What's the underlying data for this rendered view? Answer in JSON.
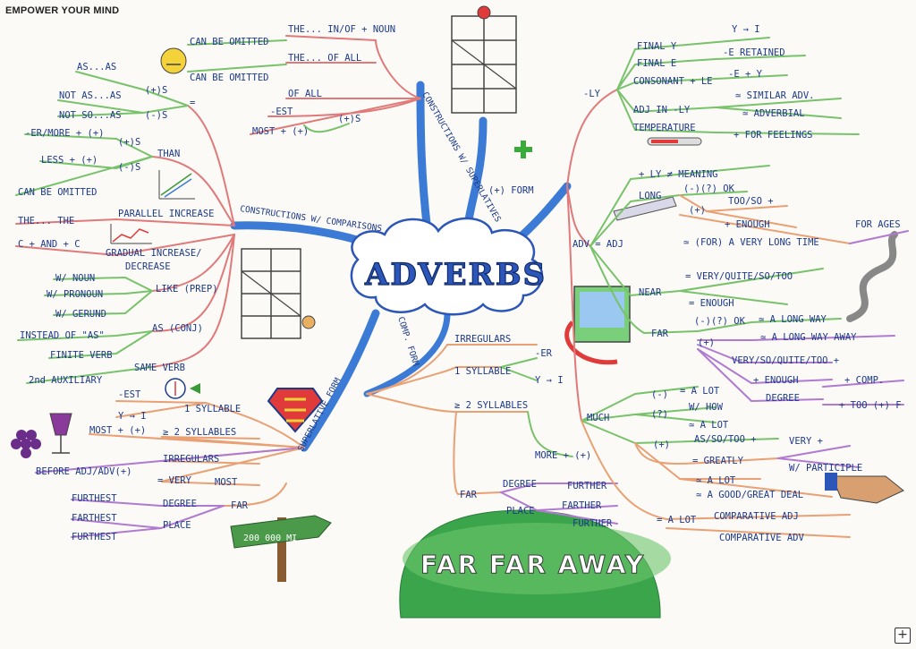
{
  "brand": "EMPOWER YOUR MIND",
  "center": "ADVERBS",
  "far_far_away": "FAR FAR AWAY",
  "sign_distance": "200 000 MI",
  "labels": {
    "the_in_of_noun": "THE... IN/OF + NOUN",
    "can_be_omitted_1": "CAN BE OMITTED",
    "the_of_all": "THE... OF ALL",
    "can_be_omitted_2": "CAN BE OMITTED",
    "of_all": "OF ALL",
    "est": "-EST",
    "plus_s_1": "(+)S",
    "most_plus": "MOST + (+)",
    "constructions_superlatives": "CONSTRUCTIONS W/ SUPERLATIVES",
    "as_as": "AS...AS",
    "plus_s_2": "(+)S",
    "equals": "=",
    "not_as_as": "NOT AS...AS",
    "not_so_as": "NOT SO...AS",
    "minus_s_1": "(-)S",
    "er_more": "-ER/MORE + (+)",
    "plus_s_3": "(+)S",
    "than": "THAN",
    "less": "LESS + (+)",
    "minus_s_2": "(-)S",
    "can_be_omitted_3": "CAN BE OMITTED",
    "constructions_comparisons": "CONSTRUCTIONS W/ COMPARISONS",
    "the_the": "THE... THE",
    "parallel_increase": "PARALLEL INCREASE",
    "c_and_c": "C + AND + C",
    "gradual_increase": "GRADUAL INCREASE/",
    "decrease": "DECREASE",
    "w_noun": "W/ NOUN",
    "w_pronoun": "W/ PRONOUN",
    "w_gerund": "W/ GERUND",
    "like_prep": "LIKE (PREP)",
    "instead_of": "INSTEAD OF \"AS\"",
    "as_conj": "AS (CONJ)",
    "finite_verb": "FINITE VERB",
    "same_verb": "SAME VERB",
    "second_auxiliary": "2nd AUXILIARY",
    "est_2": "-EST",
    "y_i_1": "Y → I",
    "one_syllable_1": "1 SYLLABLE",
    "most_plus_2": "MOST + (+)",
    "two_syllables_1": "≥ 2 SYLLABLES",
    "irregulars_1": "IRREGULARS",
    "superlative_form": "SUPERLATIVE FORM",
    "before_adj": "BEFORE ADJ/ADV(+)",
    "very": "= VERY",
    "most": "MOST",
    "furthest_1": "FURTHEST",
    "degree_1": "DEGREE",
    "far_1": "FAR",
    "farthest": "FARTHEST",
    "place_1": "PLACE",
    "furthest_2": "FURTHEST",
    "comp_form": "COMP. FORM",
    "irregulars_2": "IRREGULARS",
    "one_syllable_2": "1 SYLLABLE",
    "er": "-ER",
    "y_i_2": "Y → I",
    "two_syllables_2": "≥ 2 SYLLABLES",
    "more_plus": "MORE + (+)",
    "far_2": "FAR",
    "degree_2": "DEGREE",
    "further_1": "FURTHER",
    "place_2": "PLACE",
    "farther": "FARTHER",
    "further_2": "FURTHER",
    "plus_form": "(+) FORM",
    "ly": "-LY",
    "final_y": "FINAL Y",
    "y_i_3": "Y → I",
    "final_e": "FINAL E",
    "e_retained": "-E RETAINED",
    "consonant_le": "CONSONANT + LE",
    "e_y": "-E + Y",
    "adj_in_ly": "ADJ IN -LY",
    "similar_adv": "≃ SIMILAR ADV.",
    "adverbial": "≃ ADVERBIAL",
    "temperature": "TEMPERATURE",
    "for_feelings": "+ FOR FEELINGS",
    "ly_meaning": "+ LY ≠ MEANING",
    "adv_adj": "ADV = ADJ",
    "long": "LONG",
    "long_minus_q_ok": "(-)(?) OK",
    "long_plus": "(+)",
    "too_so": "TOO/SO +",
    "enough_1": "+ ENOUGH",
    "for_a_very_long_time": "≃ (FOR) A VERY LONG TIME",
    "for_ages": "FOR AGES",
    "near": "NEAR",
    "very_quite_so_too_1": "= VERY/QUITE/SO/TOO",
    "enough_2": "= ENOUGH",
    "far_3": "FAR",
    "far_minus_q_ok": "(-)(?) OK",
    "far_plus": "(+)",
    "a_long_way": "≃ A LONG WAY",
    "a_long_way_away": "≃ A LONG WAY AWAY",
    "very_so_quite_too_2": "VERY/SO/QUITE/TOO +",
    "enough_3": "+ ENOUGH",
    "degree_3": "DEGREE",
    "comp": "+ COMP.",
    "too_f": "+ TOO (+) F",
    "much": "MUCH",
    "much_minus": "(-)",
    "a_lot_1": "= A LOT",
    "much_q": "(?)",
    "w_how": "W/ HOW",
    "a_lot_2": "≃ A LOT",
    "much_plus": "(+)",
    "as_so_too": "AS/SO/TOO +",
    "greatly": "= GREATLY",
    "very_plus": "VERY +",
    "w_participle": "W/ PARTICIPLE",
    "a_lot_3": "≃ A LOT",
    "good_great_deal": "≃ A GOOD/GREAT DEAL",
    "a_lot_4": "= A LOT",
    "comparative_adj": "COMPARATIVE ADJ",
    "comparative_adv": "COMPARATIVE ADV"
  },
  "colors": {
    "blue_branch": "#3b7bd6",
    "red_branch": "#e07a7a",
    "green_branch": "#78c26b",
    "purple_branch": "#b07ad0",
    "orange_branch": "#e9a074",
    "ink": "#1d3a8a"
  }
}
